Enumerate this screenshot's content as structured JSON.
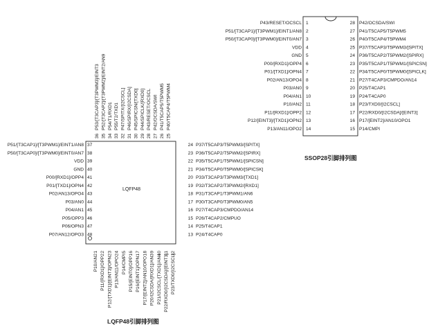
{
  "ssop": {
    "title": "SSOP28引脚排列图",
    "left": [
      {
        "n": "1",
        "label": "P43/RESET/OCSCL"
      },
      {
        "n": "2",
        "label": "P51/[T3CAP1]/[T3PWM1]/EINT1/AN8"
      },
      {
        "n": "3",
        "label": "P50/[T3CAP0]/[T3PWM0]/EINT0/AN7"
      },
      {
        "n": "4",
        "label": "VDD"
      },
      {
        "n": "5",
        "label": "GND"
      },
      {
        "n": "6",
        "label": "P00/[RXD1]/OPP4"
      },
      {
        "n": "7",
        "label": "P01/[TXD1]/OPN4"
      },
      {
        "n": "8",
        "label": "P02/AN13/OPO4"
      },
      {
        "n": "9",
        "label": "P03/AN0"
      },
      {
        "n": "10",
        "label": "P04/AN1"
      },
      {
        "n": "11",
        "label": "P10/AN2"
      },
      {
        "n": "12",
        "label": "P11/[RXD1]/OPP2"
      },
      {
        "n": "13",
        "label": "P12/[EINT3]/[TXD1]/OPN2"
      },
      {
        "n": "14",
        "label": "P13/AN11/OPO2"
      }
    ],
    "right": [
      {
        "n": "28",
        "label": "P42/OCSDA/SWI"
      },
      {
        "n": "27",
        "label": "P41/T5CAP5/T5PWM5"
      },
      {
        "n": "26",
        "label": "P40/T5CAP4/T5PWM4"
      },
      {
        "n": "25",
        "label": "P37/T5CAP3/T5PWM3/[SPITX]"
      },
      {
        "n": "24",
        "label": "P36/T5CAP2/T5PWM2/[SPIRX]"
      },
      {
        "n": "23",
        "label": "P35/T5CAP1/T5PWM1/[SPICSN]"
      },
      {
        "n": "22",
        "label": "P34/T5CAP0/T5PWM0/[SPICLK]"
      },
      {
        "n": "21",
        "label": "P27/T4CAP3/CMPDO/AN14"
      },
      {
        "n": "20",
        "label": "P25/T4CAP1"
      },
      {
        "n": "19",
        "label": "P24/T4CAP0"
      },
      {
        "n": "18",
        "label": "P23/TXD0/[I2CSCL]"
      },
      {
        "n": "17",
        "label": "P22/RXD0/[I2CSDA]/[EINT3]"
      },
      {
        "n": "16",
        "label": "P17/[EINT2]/AN10/OPO1"
      },
      {
        "n": "15",
        "label": "P14/CMPI"
      }
    ]
  },
  "lqfp": {
    "title": "LQFP48引脚排列图",
    "chip_name": "LQFP48",
    "top": [
      {
        "n": "36",
        "label": "P53/[T3CAP3]/[T3PWM3]/EINT3"
      },
      {
        "n": "35",
        "label": "P52/[T3CAP2]/[T3PWM2]/EINT2/AN9"
      },
      {
        "n": "34",
        "label": "P54/T1/RXD1"
      },
      {
        "n": "33",
        "label": "P55/T2/TXD1"
      },
      {
        "n": "32",
        "label": "P47/SPITX/[I2CSCL]"
      },
      {
        "n": "31",
        "label": "P46/SPIRX/[I2CSDA]"
      },
      {
        "n": "30",
        "label": "P45/SPICSN/[TXD0]"
      },
      {
        "n": "29",
        "label": "P44/SPICLK/[RXD0]"
      },
      {
        "n": "28",
        "label": "P43/RESET/OCSCL"
      },
      {
        "n": "27",
        "label": "P42/OCSDA/SWI"
      },
      {
        "n": "26",
        "label": "P41/T5CAP5/T5PWM5"
      },
      {
        "n": "25",
        "label": "P40/T5CAP4/T5PWM4"
      }
    ],
    "left": [
      {
        "n": "37",
        "label": "P51/[T3CAP1]/[T3PWM1]/EINT1/AN8"
      },
      {
        "n": "38",
        "label": "P50/[T3CAP0]/[T3PWM0]/EINT0/AN7"
      },
      {
        "n": "39",
        "label": "VDD"
      },
      {
        "n": "40",
        "label": "GND"
      },
      {
        "n": "41",
        "label": "P00/[RXD1]/OPP4"
      },
      {
        "n": "42",
        "label": "P01/[TXD1]/OPN4"
      },
      {
        "n": "43",
        "label": "P02/AN13/OPO4"
      },
      {
        "n": "44",
        "label": "P03/AN0"
      },
      {
        "n": "45",
        "label": "P04/AN1"
      },
      {
        "n": "46",
        "label": "P05/OPP3"
      },
      {
        "n": "47",
        "label": "P06/OPN3"
      },
      {
        "n": "48",
        "label": "P07/AN12/OPO3"
      }
    ],
    "right": [
      {
        "n": "24",
        "label": "P37/T5CAP3/T5PWM3/[SPITX]"
      },
      {
        "n": "23",
        "label": "P36/T5CAP2/T5PWM2/[SPIRX]"
      },
      {
        "n": "22",
        "label": "P35/T5CAP1/T5PWM1/[SPICSN]"
      },
      {
        "n": "21",
        "label": "P34/T5CAP0/T5PWM0/[SPICSK]"
      },
      {
        "n": "20",
        "label": "P33/T3CAP3/T3PWM3/[TXD1]"
      },
      {
        "n": "19",
        "label": "P32/T3CAP2/T3PWM2/[RXD1]"
      },
      {
        "n": "18",
        "label": "P31/T3CAP1/T3PWM1/AN6"
      },
      {
        "n": "17",
        "label": "P30/T3CAP0/T3PWM0/AN5"
      },
      {
        "n": "16",
        "label": "P27/T4CAP3/CMPDO/AN14"
      },
      {
        "n": "15",
        "label": "P26/T4CAP2/CMPUO"
      },
      {
        "n": "14",
        "label": "P25/T4CAP1"
      },
      {
        "n": "13",
        "label": "P24/T4CAP0"
      }
    ],
    "bottom": [
      {
        "n": "1",
        "label": "P10/AN2"
      },
      {
        "n": "2",
        "label": "P11/[RXD1]/OPP2"
      },
      {
        "n": "3",
        "label": "P12/[TXD1]/[EINT3]/OPN2"
      },
      {
        "n": "4",
        "label": "P13/AN11/OPO2"
      },
      {
        "n": "5",
        "label": "P14/CMPI"
      },
      {
        "n": "6",
        "label": "P15/[EINT0]/OPP1"
      },
      {
        "n": "7",
        "label": "P16/[EINT1]/OPN1"
      },
      {
        "n": "8",
        "label": "P17/[EINT2]/AN10/OPO1"
      },
      {
        "n": "9",
        "label": "P20/I2CSDA/[RXD1]/AN3"
      },
      {
        "n": "10",
        "label": "P21/I2CSCL/[TXD1]/AN4"
      },
      {
        "n": "11",
        "label": "P22/RXD0/[I2CSDA]/[EINT3]"
      },
      {
        "n": "12",
        "label": "P23/TXD0/[I2CSCL]"
      }
    ]
  }
}
